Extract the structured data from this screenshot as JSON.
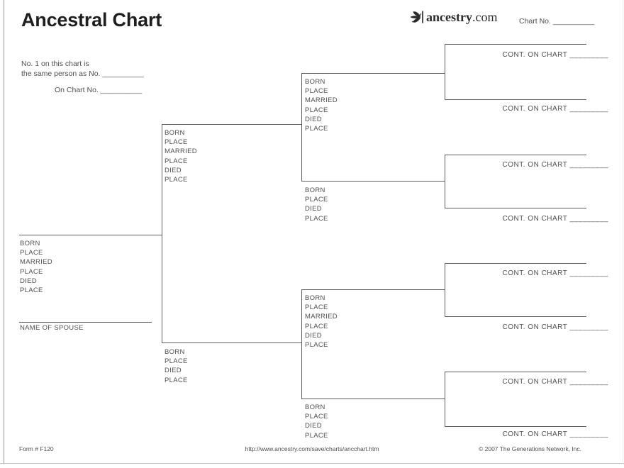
{
  "header": {
    "title": "Ancestral Chart",
    "logo_name": "ancestry",
    "logo_tld": ".com",
    "chart_no_label": "Chart No.",
    "chart_no_blank": "__________"
  },
  "notes": {
    "line1": "No. 1 on this chart is",
    "line2": "the same person as No.",
    "line2_blank": "__________",
    "line3": "On Chart No.",
    "line3_blank": "__________"
  },
  "field_labels": {
    "full": [
      "BORN",
      "PLACE",
      "MARRIED",
      "PLACE",
      "DIED",
      "PLACE"
    ],
    "short": [
      "BORN",
      "PLACE",
      "DIED",
      "PLACE"
    ]
  },
  "spouse_label": "NAME OF SPOUSE",
  "cont": {
    "label": "CONT. ON CHART",
    "blank": "_________",
    "count": 8
  },
  "footer": {
    "form_number": "Form # F120",
    "url": "http://www.ancestry.com/save/charts/ancchart.htm",
    "copyright": "© 2007 The Generations Network, Inc."
  },
  "colors": {
    "line": "#606060",
    "text": "#4f4f4f",
    "title": "#1e1e1e"
  }
}
